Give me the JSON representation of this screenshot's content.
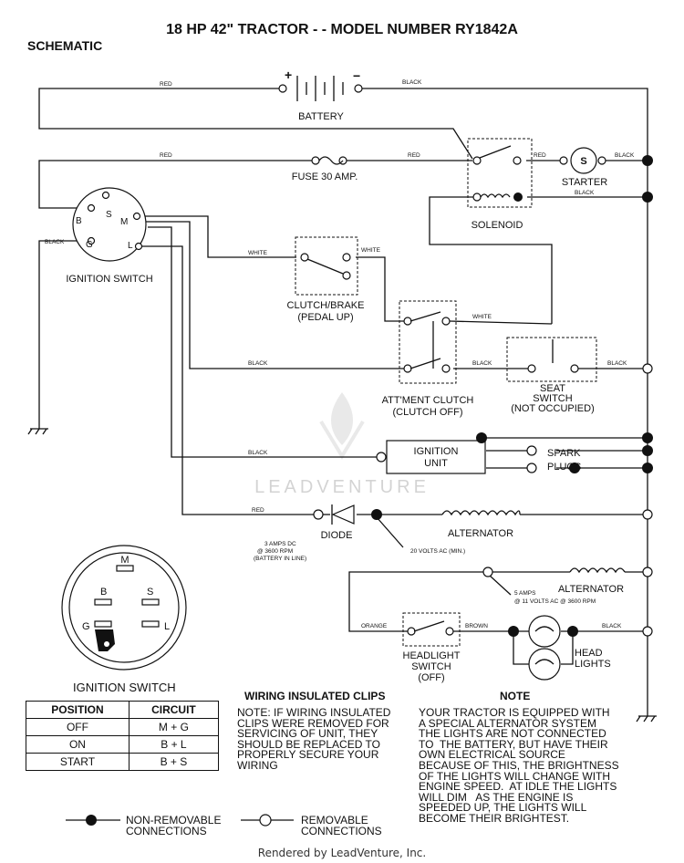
{
  "header": {
    "title": "18 HP 42\" TRACTOR - - MODEL NUMBER RY1842A",
    "subtitle": "SCHEMATIC"
  },
  "labels": {
    "battery": "BATTERY",
    "plus": "+",
    "minus": "−",
    "fuse": "FUSE 30 AMP.",
    "starter": "STARTER",
    "starter_s": "S",
    "solenoid": "SOLENOID",
    "ignition_switch": "IGNITION SWITCH",
    "clutch_brake_1": "CLUTCH/BRAKE",
    "clutch_brake_2": "(PEDAL UP)",
    "attment_1": "ATT'MENT CLUTCH",
    "attment_2": "(CLUTCH OFF)",
    "seat_1": "SEAT",
    "seat_2": "SWITCH",
    "seat_3": "(NOT OCCUPIED)",
    "ignition_unit_1": "IGNITION",
    "ignition_unit_2": "UNIT",
    "spark_1": "SPARK",
    "spark_2": "PLUGS",
    "diode": "DIODE",
    "diode_note_1": "3 AMPS DC",
    "diode_note_2": "@ 3600 RPM",
    "diode_note_3": "(BATTERY IN LINE)",
    "alternator": "ALTERNATOR",
    "alt1_note": "20 VOLTS AC (MIN.)",
    "alt2_note_1": "5 AMPS",
    "alt2_note_2": "@ 11 VOLTS AC @ 3600 RPM",
    "headlight_1": "HEADLIGHT",
    "headlight_2": "SWITCH",
    "headlight_3": "(OFF)",
    "head_lights_1": "HEAD",
    "head_lights_2": "LIGHTS",
    "term_b": "B",
    "term_s": "S",
    "term_m": "M",
    "term_g": "G",
    "term_l": "L",
    "watermark": "LEADVENTURE"
  },
  "wires": {
    "red": "RED",
    "black": "BLACK",
    "white": "WHITE",
    "orange": "ORANGE",
    "brown": "BROWN"
  },
  "position_table": {
    "headers": [
      "POSITION",
      "CIRCUIT"
    ],
    "rows": [
      [
        "OFF",
        "M + G"
      ],
      [
        "ON",
        "B + L"
      ],
      [
        "START",
        "B + S"
      ]
    ]
  },
  "notes": {
    "clips_title": "WIRING INSULATED CLIPS",
    "clips_body": "NOTE: IF WIRING INSULATED\nCLIPS WERE REMOVED FOR\nSERVICING OF UNIT, THEY\nSHOULD BE REPLACED TO\nPROPERLY SECURE YOUR\nWIRING",
    "note_title": "NOTE",
    "note_body": "YOUR TRACTOR IS EQUIPPED WITH\nA SPECIAL ALTERNATOR SYSTEM\nTHE LIGHTS ARE NOT CONNECTED\nTO  THE BATTERY, BUT HAVE THEIR\nOWN ELECTRICAL SOURCE\nBECAUSE OF THIS, THE BRIGHTNESS\nOF THE LIGHTS WILL CHANGE WITH\nENGINE SPEED.  AT IDLE THE LIGHTS\nWILL DIM   AS THE ENGINE IS\nSPEEDED UP, THE LIGHTS WILL\nBECOME THEIR BRIGHTEST."
  },
  "legend": {
    "non_removable": "NON-REMOVABLE\nCONNECTIONS",
    "removable": "REMOVABLE\nCONNECTIONS"
  },
  "footer": "Rendered by LeadVenture, Inc."
}
